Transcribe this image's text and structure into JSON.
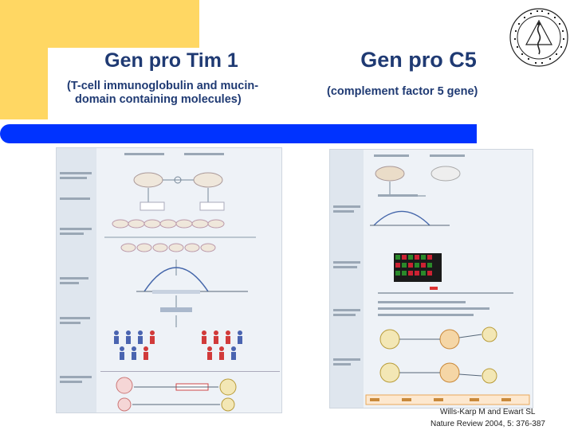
{
  "left": {
    "title": "Gen pro Tim 1",
    "subtitle_line1": "(T-cell immunoglobulin and mucin-",
    "subtitle_line2": "domain containing molecules)"
  },
  "right": {
    "title": "Gen pro C5",
    "subtitle": "(complement factor 5 gene)"
  },
  "citation": {
    "line1": "Wills-Karp M and Ewart SL",
    "line2": "Nature Review 2004, 5: 376-387"
  },
  "colors": {
    "accent_yellow": "#ffd763",
    "title_blue": "#1f3a73",
    "bar_blue": "#0033ff"
  },
  "icons": {
    "logo": "university-seal-icon"
  }
}
